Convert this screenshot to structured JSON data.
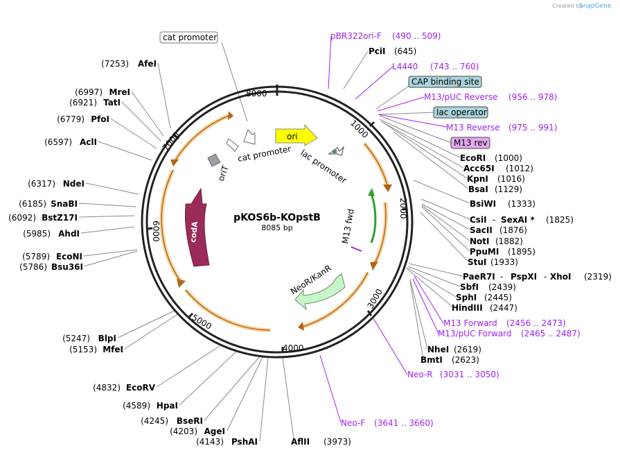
{
  "plasmid": {
    "name": "pKOS6b-KOpstB",
    "length_label": "8085 bp",
    "total_bp": 8085
  },
  "credit": {
    "created_by": "Created by",
    "brand": "SnapGene"
  },
  "ruler_ticks": [
    "1000",
    "2000",
    "3000",
    "4000",
    "5000",
    "6000",
    "7000",
    "8000"
  ],
  "features": {
    "ori": "ori",
    "lac_promoter": "lac promoter",
    "cat_promoter": "cat promoter",
    "oriT": "oriT",
    "codA": "codA",
    "neo": "NeoR/KanR",
    "m13fwd": "M13 fwd"
  },
  "callouts": {
    "cat_promoter": "cat promoter",
    "cap_binding_site": "CAP binding site",
    "lac_operator": "lac operator",
    "m13_rev": "M13 rev"
  },
  "right_sites": [
    {
      "name": "PciI",
      "pos": "(645)"
    },
    {
      "name": "EcoRI",
      "pos": "(1000)"
    },
    {
      "name": "Acc65I",
      "pos": "(1012)"
    },
    {
      "name": "KpnI",
      "pos": "(1016)"
    },
    {
      "name": "BsaI",
      "pos": "(1129)"
    },
    {
      "name": "BsiWI",
      "pos": "(1333)"
    },
    {
      "name": "CsiI",
      "sep": "-",
      "name2": "SexAI *",
      "pos": "(1825)"
    },
    {
      "name": "SacII",
      "pos": "(1876)"
    },
    {
      "name": "NotI",
      "pos": "(1882)"
    },
    {
      "name": "PpuMI",
      "pos": "(1895)"
    },
    {
      "name": "StuI",
      "pos": "(1933)"
    },
    {
      "name": "PaeR7I",
      "sep": "-",
      "name2": "PspXI",
      "sep2": "-",
      "name3": "XhoI",
      "pos": "(2319)"
    },
    {
      "name": "SbfI",
      "pos": "(2439)"
    },
    {
      "name": "SphI",
      "pos": "(2445)"
    },
    {
      "name": "HindIII",
      "pos": "(2447)"
    },
    {
      "name": "NheI",
      "pos": "(2619)"
    },
    {
      "name": "BmtI",
      "pos": "(2623)"
    },
    {
      "name": "AflII",
      "pos": "(3973)"
    }
  ],
  "left_sites": [
    {
      "name": "AfeI",
      "pos": "(7253)"
    },
    {
      "name": "MreI",
      "pos": "(6997)"
    },
    {
      "name": "TatI",
      "pos": "(6921)"
    },
    {
      "name": "PfoI",
      "pos": "(6779)"
    },
    {
      "name": "AclI",
      "pos": "(6597)"
    },
    {
      "name": "NdeI",
      "pos": "(6317)"
    },
    {
      "name": "SnaBI",
      "pos": "(6185)"
    },
    {
      "name": "BstZ17I",
      "pos": "(6092)"
    },
    {
      "name": "AhdI",
      "pos": "(5985)"
    },
    {
      "name": "EcoNI",
      "pos": "(5789)"
    },
    {
      "name": "Bsu36I",
      "pos": "(5786)"
    },
    {
      "name": "BlpI",
      "pos": "(5247)"
    },
    {
      "name": "MfeI",
      "pos": "(5153)"
    },
    {
      "name": "EcoRV",
      "pos": "(4832)"
    },
    {
      "name": "HpaI",
      "pos": "(4589)"
    },
    {
      "name": "BseRI",
      "pos": "(4245)"
    },
    {
      "name": "AgeI",
      "pos": "(4203)"
    },
    {
      "name": "PshAI",
      "pos": "(4143)"
    }
  ],
  "primers": [
    {
      "name": "pBR322ori-F",
      "range": "(490 .. 509)"
    },
    {
      "name": "L4440",
      "range": "(743 .. 760)"
    },
    {
      "name": "M13/pUC Reverse",
      "range": "(956 .. 978)"
    },
    {
      "name": "M13 Reverse",
      "range": "(975 .. 991)"
    },
    {
      "name": "M13 Forward",
      "range": "(2456 .. 2473)"
    },
    {
      "name": "M13/pUC Forward",
      "range": "(2465 .. 2487)"
    },
    {
      "name": "Neo-R",
      "range": "(3031 .. 3050)"
    },
    {
      "name": "Neo-F",
      "range": "(3641 .. 3660)"
    }
  ],
  "colors": {
    "backbone": "#222222",
    "orf": "#f0a830",
    "orf_line": "#b06818",
    "ori": "#ffff00",
    "codA": "#9b2c5a",
    "neo": "#c8f5c8",
    "m13fwd": "#2f9e2f",
    "primer": "#a020f0",
    "callout_cyan": "#a9d4dc",
    "callout_violet": "#e4a8f0"
  }
}
